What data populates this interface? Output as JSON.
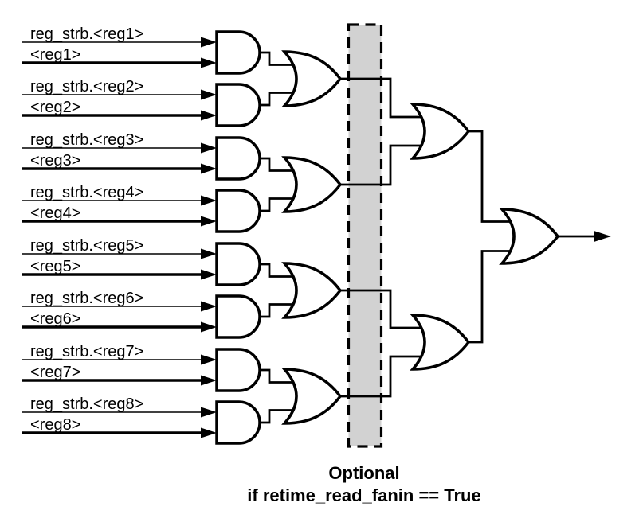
{
  "inputs": [
    {
      "strobe": "reg_strb.<reg1>",
      "value": "<reg1>"
    },
    {
      "strobe": "reg_strb.<reg2>",
      "value": "<reg2>"
    },
    {
      "strobe": "reg_strb.<reg3>",
      "value": "<reg3>"
    },
    {
      "strobe": "reg_strb.<reg4>",
      "value": "<reg4>"
    },
    {
      "strobe": "reg_strb.<reg5>",
      "value": "<reg5>"
    },
    {
      "strobe": "reg_strb.<reg6>",
      "value": "<reg6>"
    },
    {
      "strobe": "reg_strb.<reg7>",
      "value": "<reg7>"
    },
    {
      "strobe": "reg_strb.<reg8>",
      "value": "<reg8>"
    }
  ],
  "caption": {
    "line1": "Optional",
    "line2": "if retime_read_fanin == True"
  },
  "colors": {
    "line": "#000000",
    "gate_fill": "#ffffff",
    "optional_box_fill": "#d2d2d2",
    "background": "#ffffff"
  },
  "structure": {
    "and_gates": 8,
    "stage1_or_gates": 4,
    "stage2_or_gates": 2,
    "final_or_gates": 1
  }
}
